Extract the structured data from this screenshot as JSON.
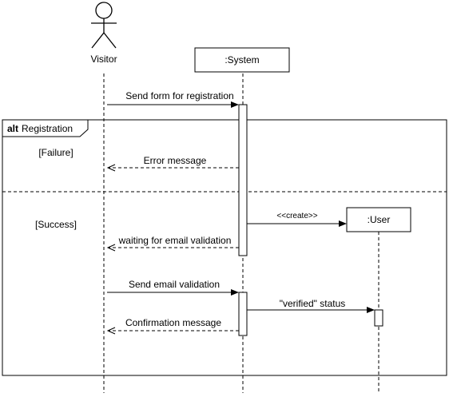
{
  "participants": {
    "actor": "Visitor",
    "system": ":System",
    "user": ":User"
  },
  "fragment": {
    "operator": "alt",
    "name": "Registration",
    "guards": [
      "[Failure]",
      "[Success]"
    ]
  },
  "messages": [
    "Send form for registration",
    "Error message",
    "<<create>>",
    "waiting for email validation",
    "Send email validation",
    "\"verified\" status",
    "Confirmation message"
  ]
}
